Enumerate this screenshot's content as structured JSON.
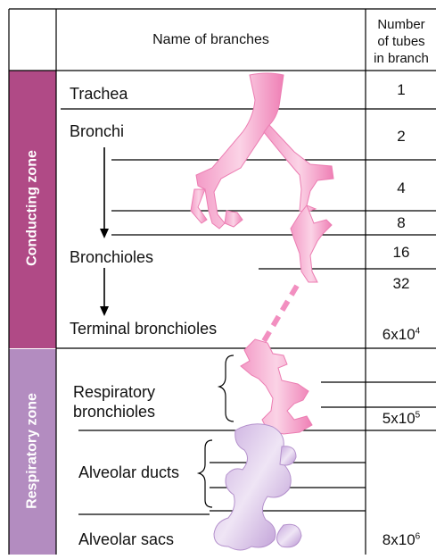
{
  "header": {
    "branches": "Name of branches",
    "number": [
      "Number",
      "of tubes",
      "in branch"
    ]
  },
  "zones": [
    {
      "label": "Conducting zone",
      "color": "#b04a86"
    },
    {
      "label": "Respiratory zone",
      "color": "#b38cc0"
    }
  ],
  "branches": {
    "trachea": "Trachea",
    "bronchi": "Bronchi",
    "bronchioles": "Bronchioles",
    "terminal": "Terminal bronchioles",
    "respiratory": [
      "Respiratory",
      "bronchioles"
    ],
    "ducts": "Alveolar ducts",
    "sacs": "Alveolar sacs"
  },
  "numbers": {
    "n1": "1",
    "n2": "2",
    "n4": "4",
    "n8": "8",
    "n16": "16",
    "n32": "32",
    "n6e4_base": "6x10",
    "n6e4_exp": "4",
    "n5e5_base": "5x10",
    "n5e5_exp": "5",
    "n8e6_base": "8x10",
    "n8e6_exp": "6"
  },
  "colors": {
    "airway_pink": "#f28fc0",
    "alveoli_lilac": "#d7c2e6"
  }
}
